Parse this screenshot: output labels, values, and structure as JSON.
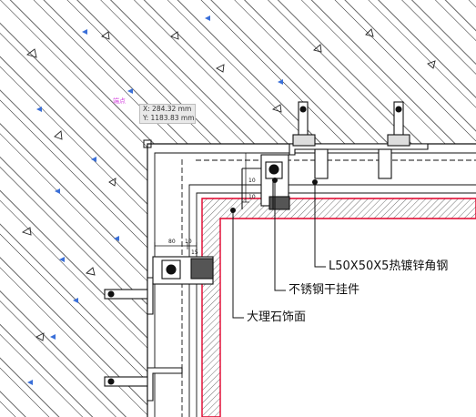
{
  "cursor_readout": {
    "x": "X: 284.32 mm",
    "y": "Y: 1183.83 mm"
  },
  "cursor_marker": "端点",
  "callouts": [
    "L50X50X5热镀锌角钢",
    "不锈钢干挂件",
    "大理石饰面"
  ],
  "dimensions": [
    "80",
    "10",
    "15",
    "10",
    "10"
  ],
  "colors": {
    "marble_outline": "#e0002a",
    "hatch": "#222222",
    "aggregate_marks": "#3a6fd8",
    "tooltip_bg": "#e9e9e9"
  }
}
